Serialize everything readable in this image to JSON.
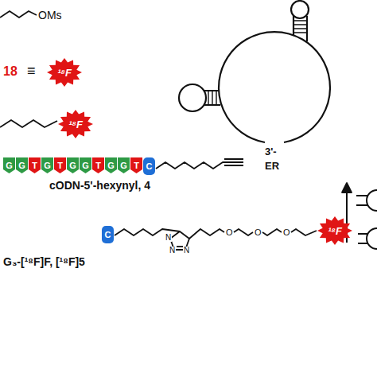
{
  "diagram": {
    "nodes": [
      {
        "text": [
          "¹⁸F"
        ]
      },
      {
        "text": [
          "¹⁸F"
        ]
      },
      {
        "text": [
          "G"
        ]
      },
      {
        "text": [
          "G"
        ]
      },
      {
        "text": [
          "T"
        ]
      },
      {
        "text": [
          "G"
        ]
      },
      {
        "text": [
          "T"
        ]
      },
      {
        "text": [
          "G"
        ]
      },
      {
        "text": [
          "G"
        ]
      },
      {
        "text": [
          "T"
        ]
      },
      {
        "text": [
          "G"
        ]
      },
      {
        "text": [
          "G"
        ]
      },
      {
        "text": [
          "T"
        ]
      },
      {
        "text": [
          "C"
        ]
      },
      {
        "text": [
          "C"
        ]
      },
      {
        "text": [
          "¹⁸F"
        ]
      }
    ],
    "labels": [
      "OMs",
      "18",
      "≡",
      "cODN-5'-hexynyl, 4",
      "N",
      "N",
      "N",
      "O",
      "O",
      "O",
      "G₃-[¹⁸F]F, [¹⁸F]5",
      "3'-",
      "ER"
    ]
  }
}
